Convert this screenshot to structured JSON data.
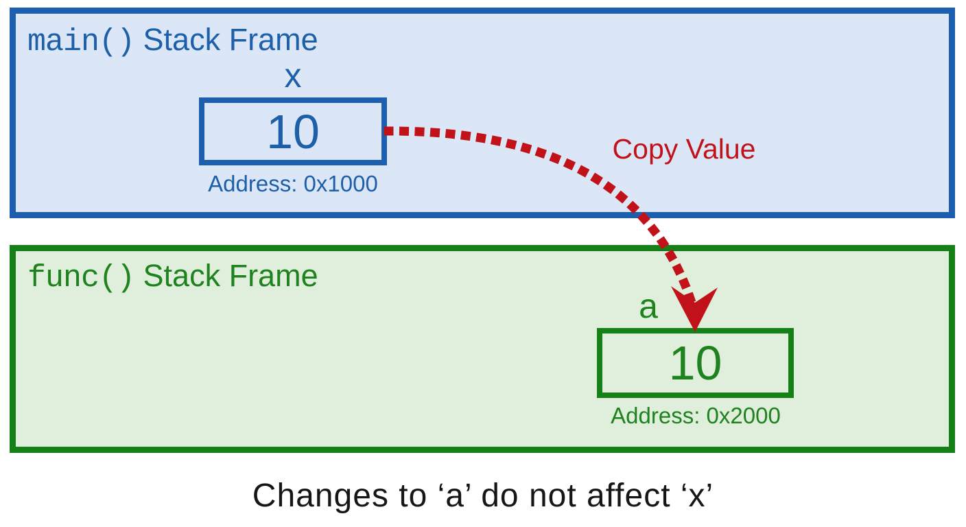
{
  "diagram": {
    "caption": "Changes to ‘a’ do not affect ‘x’",
    "copy_label": "Copy Value",
    "colors": {
      "blue": "#1d5fa8",
      "blue_border": "#1b5fae",
      "blue_fill": "#dbe7f7",
      "green": "#1e821e",
      "green_border": "#168018",
      "green_fill": "#e0efdc",
      "red": "#c1121a",
      "caption": "#161616",
      "bg": "#ffffff"
    },
    "frames": [
      {
        "id": "main",
        "title_code": "main()",
        "title_rest": " Stack Frame",
        "variable": {
          "name": "x",
          "value": "10",
          "address": "Address: 0x1000"
        }
      },
      {
        "id": "func",
        "title_code": "func()",
        "title_rest": " Stack Frame",
        "variable": {
          "name": "a",
          "value": "10",
          "address": "Address: 0x2000"
        }
      }
    ]
  }
}
